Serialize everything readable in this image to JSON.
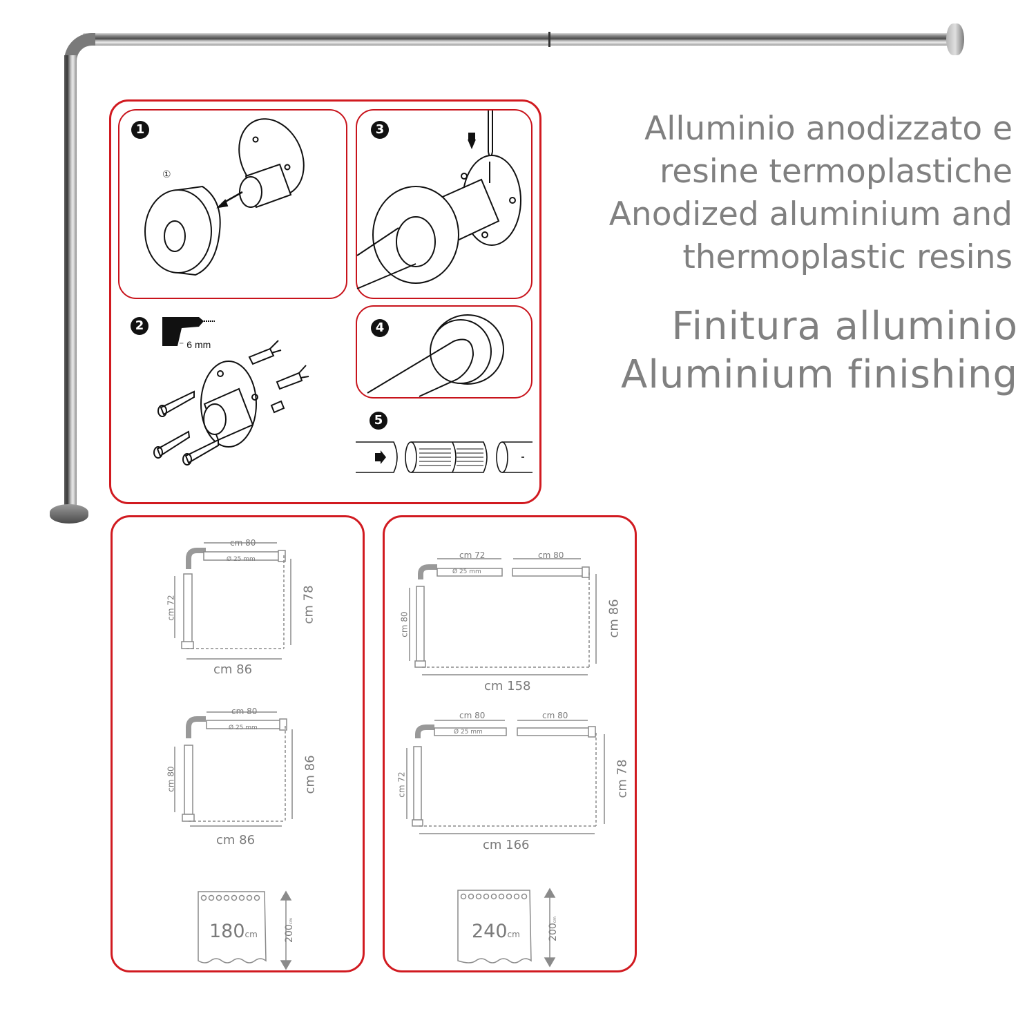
{
  "product_image": {
    "rod_description": "L-shaped aluminium shower curtain rod"
  },
  "material": {
    "lines": [
      "Alluminio anodizzato e",
      "resine termoplastiche",
      "Anodized aluminium and",
      "thermoplastic resins"
    ]
  },
  "finish": {
    "lines": [
      "Finitura alluminio",
      "Aluminium finishing"
    ]
  },
  "colors": {
    "accent_red": "#d11a20",
    "text_gray": "#808080",
    "line_black": "#111111"
  },
  "instructions": {
    "steps": [
      {
        "number": "1",
        "sub_label": "①",
        "description": "Remove cover from wall bracket"
      },
      {
        "number": "2",
        "drill_label": "6 mm",
        "description": "Drill and fix bracket with wall plugs and screws"
      },
      {
        "number": "3",
        "description": "Insert rod and tighten set screw"
      },
      {
        "number": "4",
        "description": "Slide cover over bracket"
      },
      {
        "number": "5",
        "description": "Join rod sections with connector"
      }
    ]
  },
  "dimensions": {
    "small_kit": {
      "config_a": {
        "top": "cm 80",
        "diameter": "Ø 25 mm",
        "left": "cm 72",
        "right": "cm 78",
        "bottom": "cm 86"
      },
      "config_b": {
        "top": "cm 80",
        "diameter": "Ø 25 mm",
        "left": "cm 80",
        "right": "cm 86",
        "bottom": "cm 86"
      },
      "curtain": {
        "width": "180",
        "width_unit": "cm",
        "height": "200",
        "height_unit": "cm"
      }
    },
    "large_kit": {
      "config_a": {
        "top_left": "cm 72",
        "top_right": "cm 80",
        "diameter": "Ø 25 mm",
        "left": "cm 80",
        "right": "cm 86",
        "bottom": "cm 158"
      },
      "config_b": {
        "top_left": "cm 80",
        "top_right": "cm 80",
        "diameter": "Ø 25 mm",
        "left": "cm 72",
        "right": "cm 78",
        "bottom": "cm 166"
      },
      "curtain": {
        "width": "240",
        "width_unit": "cm",
        "height": "200",
        "height_unit": "cm"
      }
    }
  }
}
